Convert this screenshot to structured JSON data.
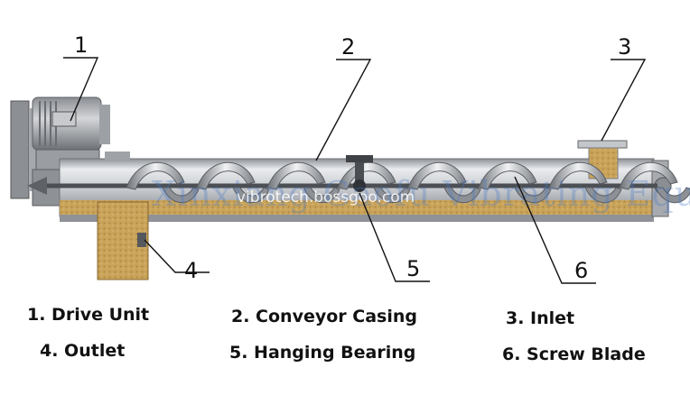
{
  "callouts": [
    "1",
    "2",
    "3",
    "4",
    "5",
    "6"
  ],
  "watermark": "Xinxiang Gaofu  Vibrating Equipment",
  "url_mark": "vibrotech.bossgoo.com",
  "legend": [
    "1. Drive Unit",
    "2. Conveyor Casing",
    "3. Inlet",
    "4. Outlet",
    "5. Hanging Bearing",
    "6. Screw Blade"
  ],
  "colors": {
    "casing": "#b9bcc1",
    "material": "#c9a35a",
    "text": "#111111"
  }
}
